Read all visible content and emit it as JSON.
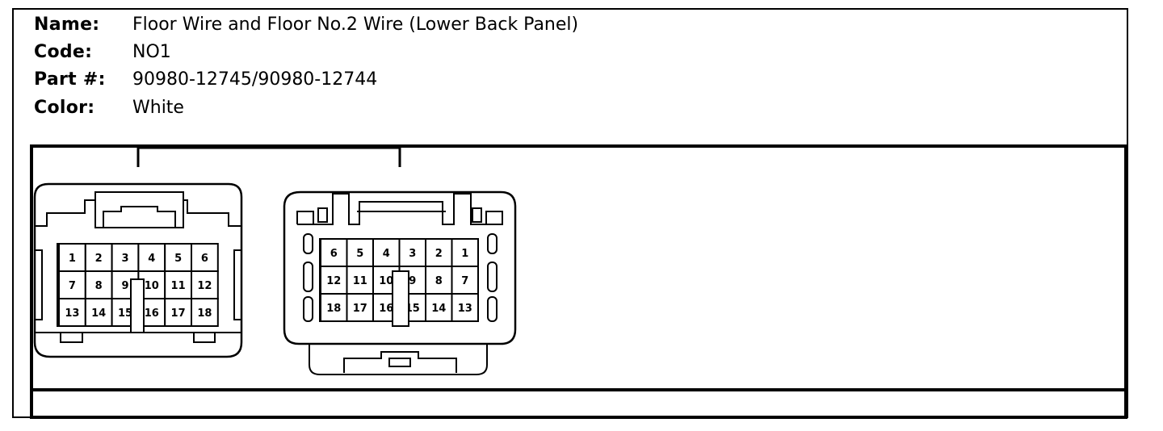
{
  "info": {
    "name_label": "Name:",
    "name_value": "Floor Wire and Floor No.2 Wire (Lower Back Panel)",
    "code_label": "Code:",
    "code_value": "NO1",
    "part_label": "Part #:",
    "part_value": "90980-12745/90980-12744",
    "color_label": "Color:",
    "color_value": "White"
  },
  "connectors": {
    "left": {
      "rows": [
        [
          "1",
          "2",
          "3",
          "4",
          "5",
          "6"
        ],
        [
          "7",
          "8",
          "9",
          "10",
          "11",
          "12"
        ],
        [
          "13",
          "14",
          "15",
          "16",
          "17",
          "18"
        ]
      ]
    },
    "right": {
      "rows": [
        [
          "6",
          "5",
          "4",
          "3",
          "2",
          "1"
        ],
        [
          "12",
          "11",
          "10",
          "9",
          "8",
          "7"
        ],
        [
          "18",
          "17",
          "16",
          "15",
          "14",
          "13"
        ]
      ]
    }
  }
}
